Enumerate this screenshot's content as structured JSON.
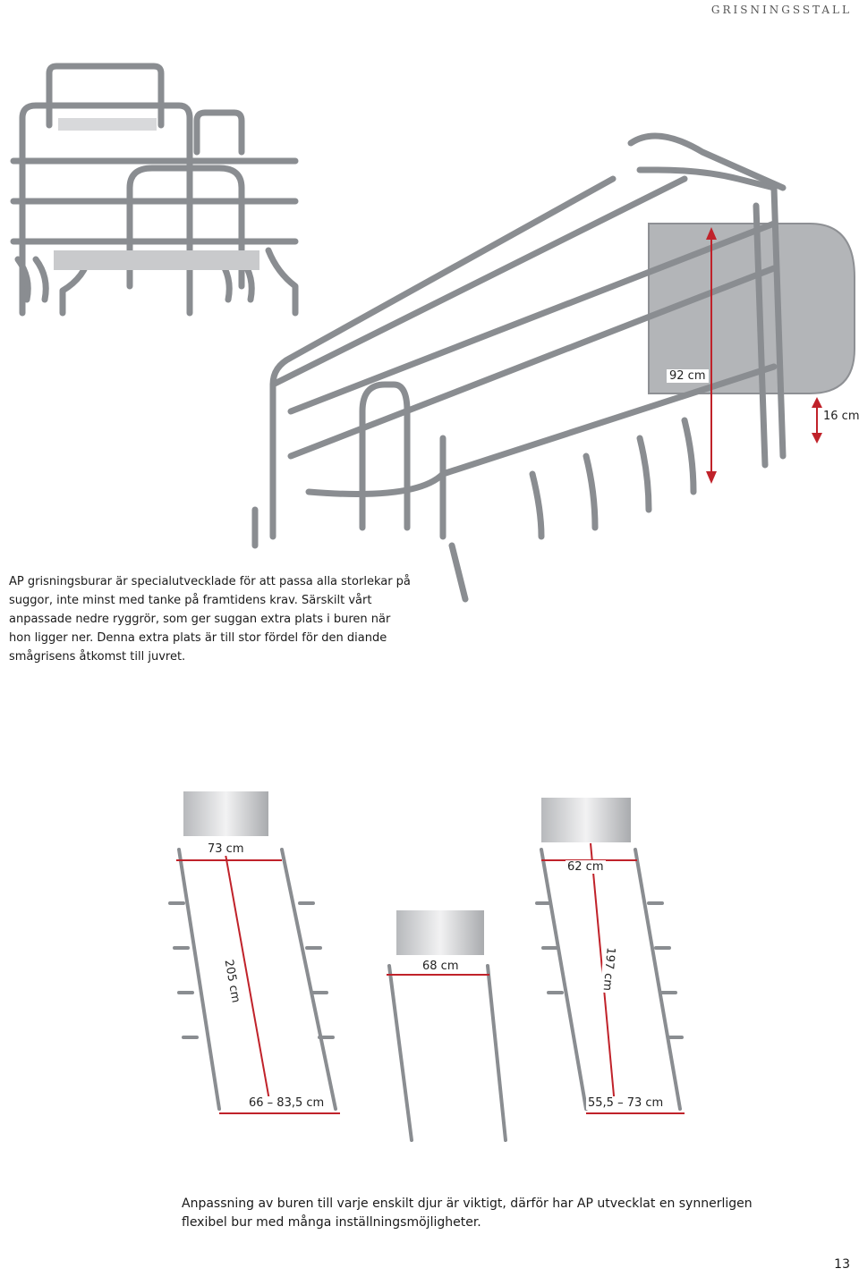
{
  "header": {
    "section_title": "GRISNINGSSTALL"
  },
  "intro_text": "AP grisningsburar är specialutvecklade för att passa alla storlekar på suggor, inte minst med tanke på framtidens krav. Särskilt vårt anpassade nedre ryggrör, som ger suggan extra plats i buren när hon ligger ner. Denna extra plats är till stor fördel för den diande smågrisens åtkomst till juvret.",
  "top_dimensions": {
    "height": "92 cm",
    "bottom_clearance": "16 cm"
  },
  "crates": [
    {
      "front_width": "73 cm",
      "length": "205 cm",
      "rear_width": "66 – 83,5 cm"
    },
    {
      "front_width": "68 cm"
    },
    {
      "front_width": "62 cm",
      "length": "197 cm",
      "rear_width": "55,5 – 73 cm"
    }
  ],
  "caption": "Anpassning av buren till varje enskilt djur är viktigt, därför har AP utvecklat en synnerligen flexibel bur med många inställningsmöjligheter.",
  "page_number": "13",
  "colors": {
    "pipe": "#8a8d91",
    "dimension_line": "#c0222a"
  }
}
